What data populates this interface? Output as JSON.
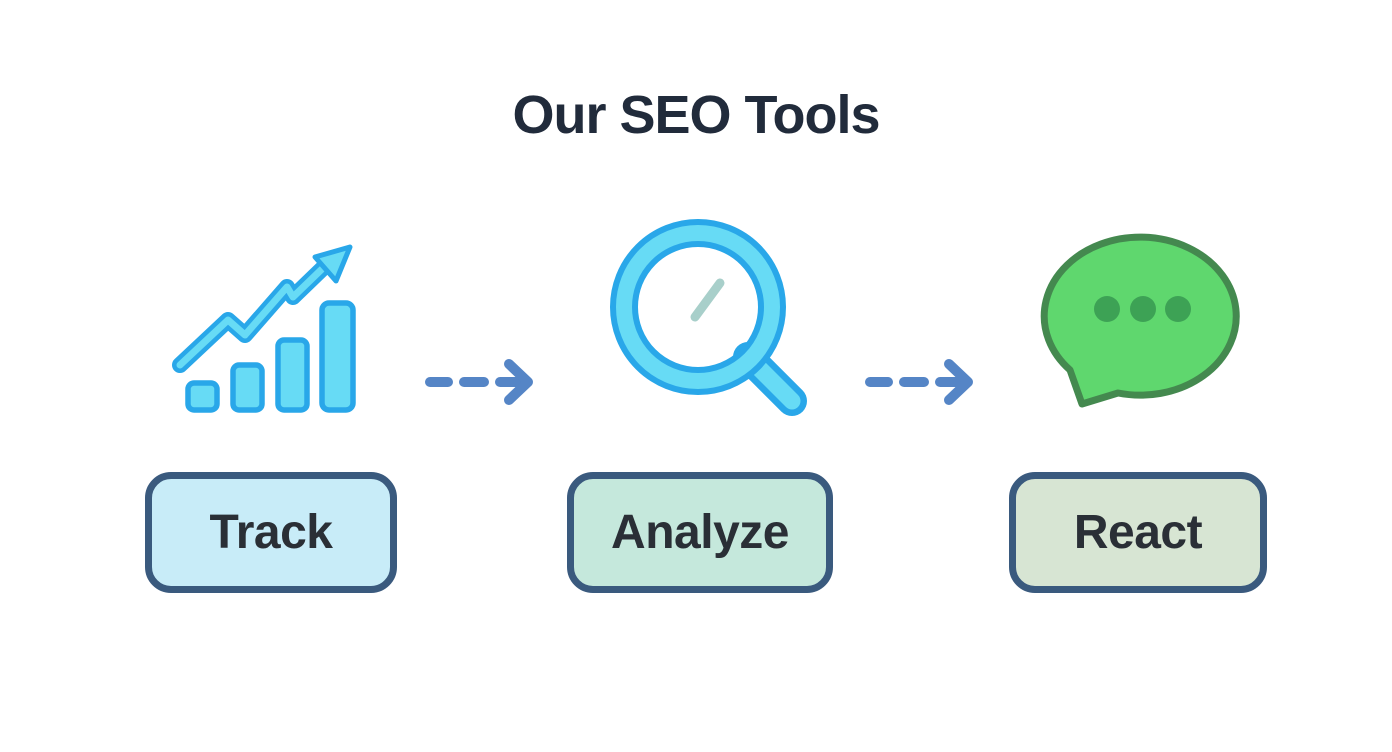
{
  "title": "Our SEO Tools",
  "colors": {
    "background": "#ffffff",
    "title_text": "#212b3b",
    "icon_blue_fill": "#67dbf5",
    "icon_blue_stroke": "#29a7e9",
    "magnifier_glare": "#a8cfca",
    "bubble_fill": "#5fd76e",
    "bubble_stroke": "#44894f",
    "bubble_dots": "#3da255",
    "arrow_blue": "#5585c6",
    "box_border": "#3a5a7e",
    "box_text": "#2a2f36"
  },
  "steps": [
    {
      "label": "Track",
      "icon": "trending-bar-chart-icon",
      "box_fill": "#c8ecf8"
    },
    {
      "label": "Analyze",
      "icon": "magnifying-glass-icon",
      "box_fill": "#c5e8dc"
    },
    {
      "label": "React",
      "icon": "chat-bubble-icon",
      "box_fill": "#d7e5d3"
    }
  ],
  "arrows": [
    {
      "from": "Track",
      "to": "Analyze",
      "style": "dashed"
    },
    {
      "from": "Analyze",
      "to": "React",
      "style": "dashed"
    }
  ]
}
